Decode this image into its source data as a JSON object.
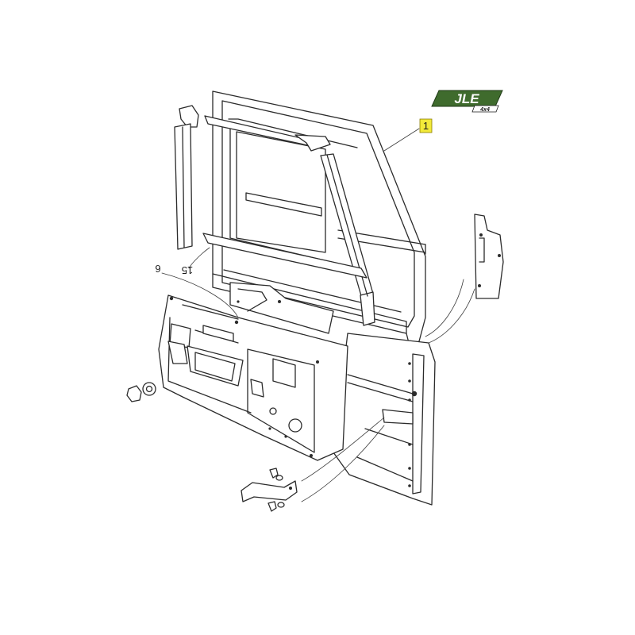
{
  "logo": {
    "text": "JLE",
    "subtext": "4x4",
    "color": "#3f6b2d"
  },
  "callouts": [
    {
      "label": "1",
      "highlight": "#f2ea3a"
    },
    {
      "label": "15"
    },
    {
      "label": "6"
    }
  ]
}
